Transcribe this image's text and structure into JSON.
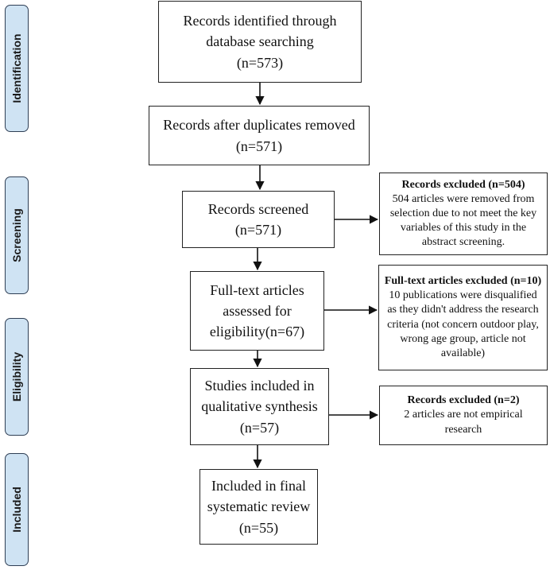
{
  "phases": [
    {
      "label": "Identification"
    },
    {
      "label": "Screening"
    },
    {
      "label": "Eligibility"
    },
    {
      "label": "Included"
    }
  ],
  "boxes": {
    "identified": {
      "lines": [
        "Records identified through",
        "database searching",
        "(n=573)"
      ]
    },
    "deduplicated": {
      "lines": [
        "Records after duplicates removed",
        "(n=571)"
      ]
    },
    "screened": {
      "lines": [
        "Records screened",
        "(n=571)"
      ]
    },
    "fulltext": {
      "lines": [
        "Full-text articles",
        "assessed for",
        "eligibility(n=67)"
      ]
    },
    "qualitative": {
      "lines": [
        "Studies included in",
        "qualitative synthesis",
        "(n=57)"
      ]
    },
    "final": {
      "lines": [
        "Included in final",
        "systematic review",
        "(n=55)"
      ]
    }
  },
  "exclusions": {
    "screening": {
      "title": "Records excluded (n=504)",
      "body": "504 articles were removed from selection due to not meet the key variables of this study in the abstract screening."
    },
    "fulltext": {
      "title": "Full-text articles excluded (n=10)",
      "body": "10 publications were disqualified as they didn't address the research criteria (not concern outdoor play, wrong age group, article not available)"
    },
    "qualitative": {
      "title": "Records excluded (n=2)",
      "body": "2 articles are not empirical research"
    }
  }
}
